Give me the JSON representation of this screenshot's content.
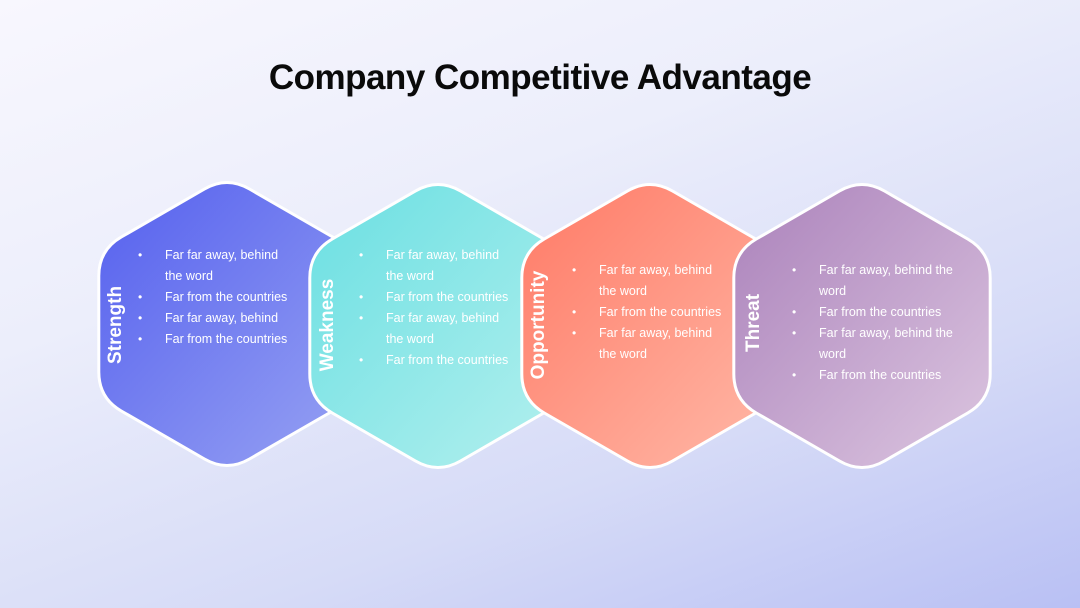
{
  "title": "Company Competitive Advantage",
  "sections": [
    {
      "label": "Strength",
      "color_start": "#5560ee",
      "color_end": "#97a2f3",
      "items": [
        "Far far away, behind the word",
        "Far from the countries",
        "Far far away, behind",
        "Far from the countries"
      ]
    },
    {
      "label": "Weakness",
      "color_start": "#6adfe2",
      "color_end": "#b4f0ee",
      "items": [
        "Far far away, behind the word",
        "Far from the countries",
        "Far far away, behind the word",
        "Far from the countries"
      ]
    },
    {
      "label": "Opportunity",
      "color_start": "#ff7a66",
      "color_end": "#ffb9a8",
      "items": [
        "Far far away, behind the word",
        "Far from the countries",
        "Far far away, behind the word"
      ]
    },
    {
      "label": "Threat",
      "color_start": "#ab82bb",
      "color_end": "#dcc6e0",
      "items": [
        "Far far away, behind the word",
        "Far from the countries",
        "Far far away, behind the word",
        "Far from the countries"
      ]
    }
  ]
}
